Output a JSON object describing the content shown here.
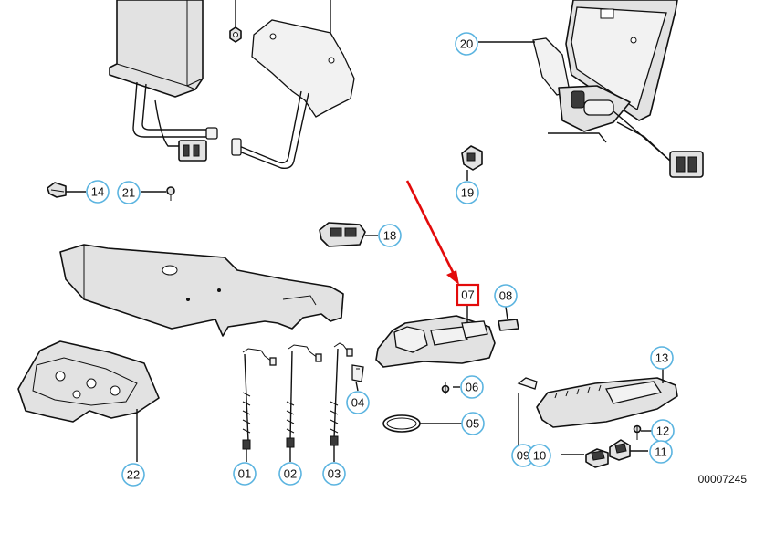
{
  "diagram": {
    "drawing_number": "00007245",
    "highlight_color": "#e30b0b",
    "callout_color": "#5bb4e0",
    "highlighted_callout": "07",
    "callouts": [
      {
        "id": "c20",
        "label": "20"
      },
      {
        "id": "c14",
        "label": "14"
      },
      {
        "id": "c21",
        "label": "21"
      },
      {
        "id": "c19",
        "label": "19"
      },
      {
        "id": "c18",
        "label": "18"
      },
      {
        "id": "c07",
        "label": "07"
      },
      {
        "id": "c08",
        "label": "08"
      },
      {
        "id": "c13",
        "label": "13"
      },
      {
        "id": "c06",
        "label": "06"
      },
      {
        "id": "c04",
        "label": "04"
      },
      {
        "id": "c05",
        "label": "05"
      },
      {
        "id": "c12",
        "label": "12"
      },
      {
        "id": "c09",
        "label": "09"
      },
      {
        "id": "c10",
        "label": "10"
      },
      {
        "id": "c11",
        "label": "11"
      },
      {
        "id": "c22",
        "label": "22"
      },
      {
        "id": "c01",
        "label": "01"
      },
      {
        "id": "c02",
        "label": "02"
      },
      {
        "id": "c03",
        "label": "03"
      }
    ]
  }
}
